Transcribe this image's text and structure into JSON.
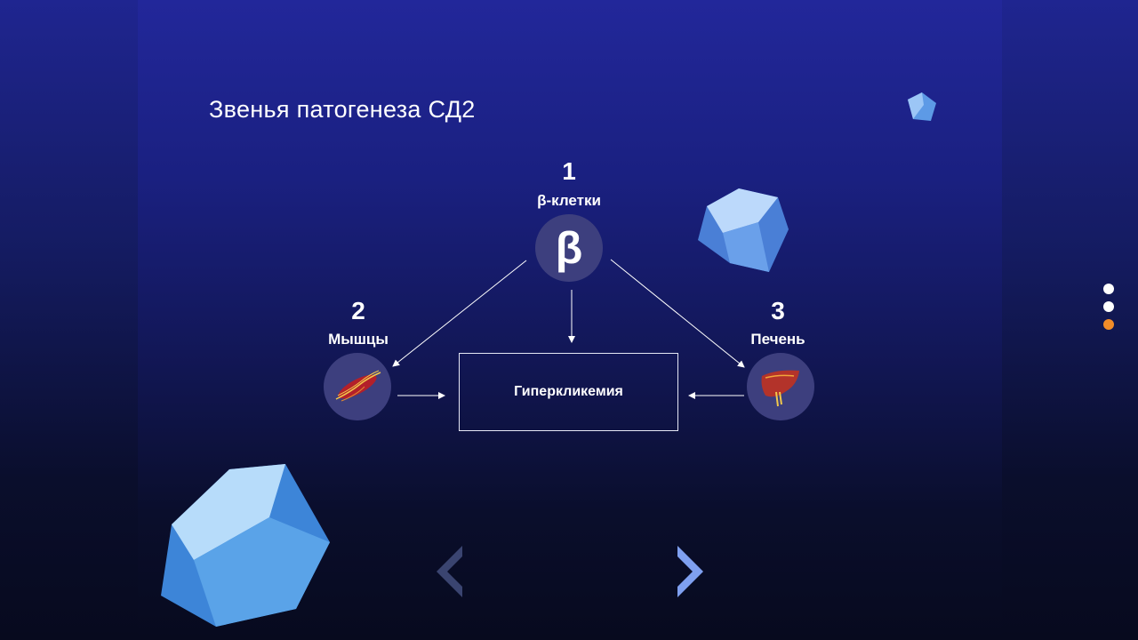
{
  "slide": {
    "title": "Звенья патогенеза СД2",
    "box_label": "Гиперкликемия",
    "nodes": [
      {
        "number": "1",
        "label": "β-клетки",
        "symbol": "β"
      },
      {
        "number": "2",
        "label": "Мышцы"
      },
      {
        "number": "3",
        "label": "Печень"
      }
    ]
  },
  "pagination": {
    "total": 3,
    "current": 3
  },
  "colors": {
    "accent": "#f28c28",
    "dot_inactive": "#ffffff",
    "circle_bg": "#3d3f7e",
    "next_arrow": "#7fa0f0",
    "prev_arrow": "#3a4470"
  },
  "icons": {
    "beta": "beta-letter-icon",
    "muscle": "muscle-icon",
    "liver": "liver-icon",
    "prev": "chevron-left-icon",
    "next": "chevron-right-icon"
  }
}
